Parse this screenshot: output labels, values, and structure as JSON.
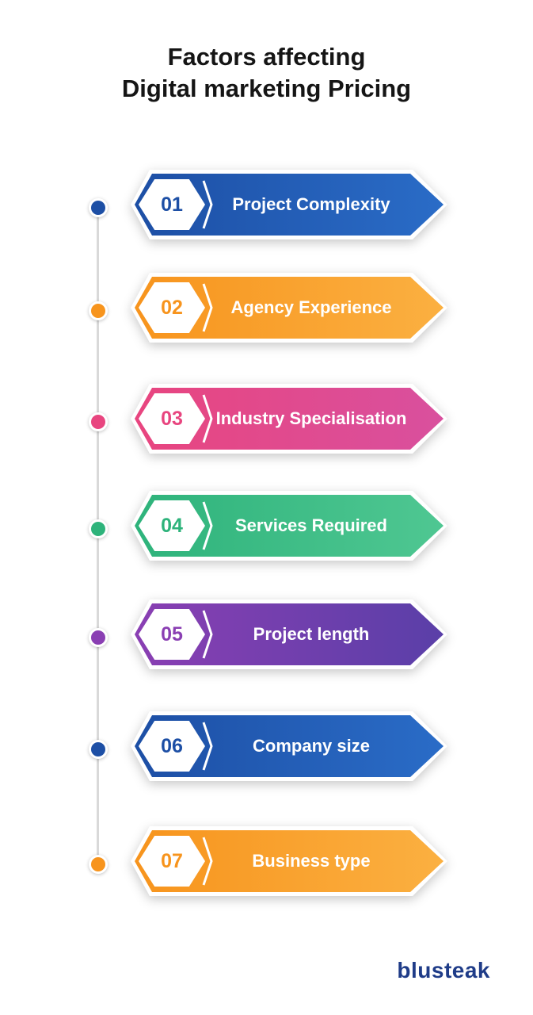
{
  "title": {
    "line1": "Factors affecting",
    "line2": "Digital marketing Pricing"
  },
  "factors": [
    {
      "number": "01",
      "label": "Project Complexity",
      "color": "#1d4fa5",
      "color_end": "#2a6cc7"
    },
    {
      "number": "02",
      "label": "Agency Experience",
      "color": "#f7941d",
      "color_end": "#fbb041"
    },
    {
      "number": "03",
      "label": "Industry Specialisation",
      "color": "#e8457f",
      "color_end": "#d9509e"
    },
    {
      "number": "04",
      "label": "Services Required",
      "color": "#2eb37b",
      "color_end": "#4fc792"
    },
    {
      "number": "05",
      "label": "Project length",
      "color": "#8a3fb3",
      "color_end": "#5a3fa8"
    },
    {
      "number": "06",
      "label": "Company size",
      "color": "#1d4fa5",
      "color_end": "#2a6cc7"
    },
    {
      "number": "07",
      "label": "Business type",
      "color": "#f7941d",
      "color_end": "#fbb041"
    }
  ],
  "logo": {
    "text": "blusteak",
    "color": "#1f3c88"
  }
}
